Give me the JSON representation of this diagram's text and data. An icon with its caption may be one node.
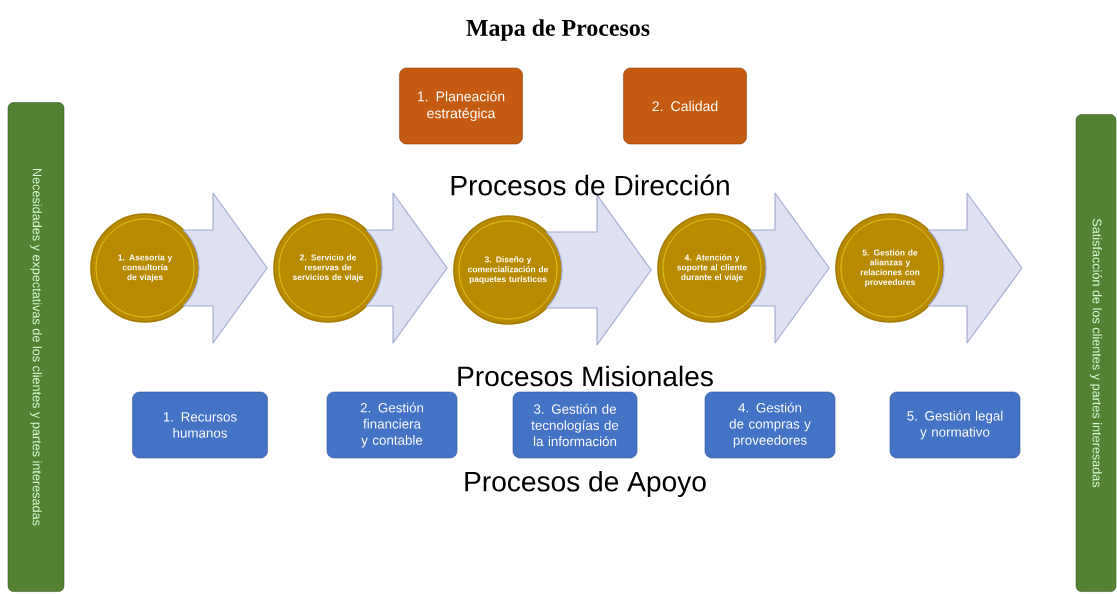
{
  "diagram": {
    "title": "Mapa de Procesos",
    "nodes": [
      {
        "text": [
          "Necesidades y expectativas de los clientes y partes interesadas"
        ]
      },
      {
        "text": [
          "Satisfacción de los clientes y partes interesadas"
        ]
      },
      {
        "text": [
          "1. Planeación estratégica"
        ]
      },
      {
        "text": [
          "2. Calidad"
        ]
      },
      {
        "text": [
          "1. Asesoría y consultoría de viajes"
        ]
      },
      {
        "text": [
          "2. Servicio de reservas de servicios de viaje"
        ]
      },
      {
        "text": [
          "3. Diseño y comercialización de paquetes turísticos"
        ]
      },
      {
        "text": [
          "4. Atención y soporte al cliente durante el viaje"
        ]
      },
      {
        "text": [
          "5. Gestión de alianzas y relaciones con proveedores"
        ]
      },
      {
        "text": [
          "1. Recursos humanos"
        ]
      },
      {
        "text": [
          "2. Gestión financiera y contable"
        ]
      },
      {
        "text": [
          "3. Gestión de tecnologías de la información"
        ]
      },
      {
        "text": [
          "4. Gestión de compras y proveedores"
        ]
      },
      {
        "text": [
          "5. Gestión legal y normativo"
        ]
      }
    ],
    "edges": [
      {
        "from": 4,
        "to": 5,
        "arrow": "to"
      },
      {
        "from": 5,
        "to": 6,
        "arrow": "to"
      },
      {
        "from": 6,
        "to": 7,
        "arrow": "to"
      },
      {
        "from": 7,
        "to": 8,
        "arrow": "to"
      },
      {
        "from": 8,
        "to": null,
        "arrow": "to"
      }
    ],
    "labels": [
      "Procesos de Dirección",
      "Procesos Misionales",
      "Procesos de Apoyo"
    ]
  }
}
